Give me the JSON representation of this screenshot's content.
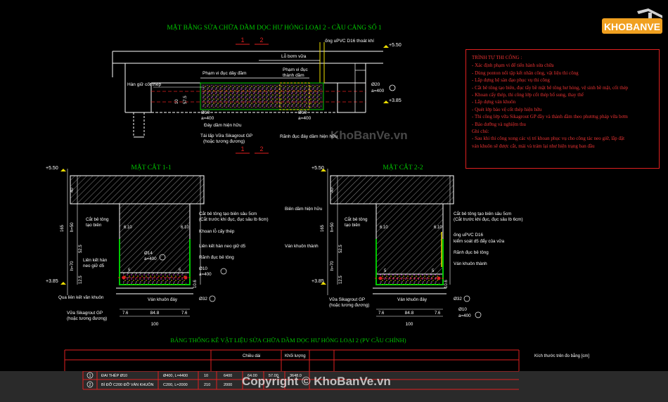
{
  "titles": {
    "main": "MẶT BẰNG SỬA CHỮA DẦM DỌC HƯ HỎNG LOẠI 2  - CẦU CẢNG SỐ 1",
    "section1": "MẶT CẮT 1-1",
    "section2": "MẶT CẮT 2-2",
    "table": "BẢNG THỐNG KÊ VẬT LIỆU SỬA CHỮA DẦM DỌC HƯ HỎNG LOẠI 2 (PV CẦU CHÍNH)"
  },
  "cut_marks": {
    "one": "1",
    "two": "2"
  },
  "plan_labels": {
    "pvc": "ống uPVC D16 thoát khí",
    "grout_hole": "Lỗ bơm vữa",
    "chip_range": "Phạm vi đục dây đầm",
    "chip_range2": "Phạm vi đục",
    "chip_range2b": "thành dầm",
    "existing_rebar": "Hàn giữ cốt thép",
    "level_top": "+5.50",
    "level_bot": "+3.85",
    "phi10": "Ø10",
    "a400": "a=400",
    "phi10b": "Ø10",
    "a400b": "a=400",
    "phi20": "Ø20",
    "a400c": "a=400",
    "bottom_chip": "Đáy dầm hiện hữu",
    "grout_fill": "Tái lấp Vữa Sikagrout GP",
    "grout_fill2": "(hoặc tương đương)",
    "groove": "Rãnh đục đáy dầm hiện hữu",
    "dim1": "10",
    "dim2": "57.5"
  },
  "sec1": {
    "level_top": "+5.50",
    "level_bot": "+3.85",
    "lbl_chip": "Cắt bê tông",
    "lbl_chip2": "tạo biên",
    "lbl_cut": "Cắt bê tông tạo biên sâu 5cm",
    "lbl_cut2": "(Cắt trước khi đục, đục sâu lb 6cm)",
    "lbl_anchor": "Khoan lỗ cấy thép",
    "lbl_link": "Liên kết hàn neo giữ d5",
    "lbl_groove": "Rãnh đục bê tông",
    "lbl_weld": "Liên kết hàn",
    "lbl_weld2": "neo giữ d5",
    "lbl_form_link": "Qua liên kết vần khuôn",
    "lbl_sika": "Vữa Sikagrout GP",
    "lbl_sika2": "(hoặc tương đương)",
    "lbl_form": "Ván khuôn đáy",
    "phi14": "Ø14",
    "a400": "a=400",
    "phi10": "Ø10",
    "a400b": "a=400",
    "phi32": "Ø32",
    "dims": [
      "40",
      "165",
      "h=70",
      "h=50",
      "52.5",
      "12.5",
      "100",
      "84.8",
      "7.6",
      "7.6",
      "10.6",
      "6.10",
      "5"
    ]
  },
  "sec2": {
    "level_top": "+5.50",
    "level_bot": "+3.85",
    "lbl_beam": "Biên dầm hiện hữu",
    "lbl_chip": "Cắt bê tông",
    "lbl_chip2": "tạo biên",
    "lbl_cut": "Cắt bê tông tạo biên sâu 5cm",
    "lbl_cut2": "(Cắt trước khi đục, đục sâu lb 6cm)",
    "lbl_pvc": "ống uPVC D16",
    "lbl_pvc2": "kiểm soát d5 đẩy của vữa",
    "lbl_groove": "Rãnh đục bê tông",
    "lbl_form": "Ván khuôn thành",
    "lbl_form_l": "Ván khuôn thành",
    "lbl_sika": "Vữa Sikagrout GP",
    "lbl_sika2": "(hoặc tương đương)",
    "lbl_bottom": "Ván khuôn đáy",
    "phi10": "Ø10",
    "a400": "a=400",
    "phi32": "Ø32",
    "dims": [
      "40",
      "165",
      "h=70",
      "h=50",
      "52.5",
      "12.5",
      "100",
      "84.8",
      "7.6",
      "7.6",
      "10.6",
      "6.10",
      "5"
    ]
  },
  "notes": {
    "title": "TRÌNH TỰ THI CÔNG :",
    "steps": [
      "- Xác định phạm vi để tiến hành sửa chữa",
      "- Dùng ponton nổi tập kết nhân công, vật liệu thi công",
      "- Lắp dựng hệ sàn đạo phục vụ thi công",
      "- Cắt bê tông tạo biên, đục tẩy bề mặt bê tông hư hỏng, vệ sinh bề mặt, cốt thép",
      "- Khoan cấy thép, thi công lớp cốt thép bổ sung, thay thế",
      "- Lắp dựng ván khuôn",
      "- Quét lớp bảo vệ cốt thép hiện hữu",
      "- Thi công lớp vữa Sikagrout GP đầy và thành dầm theo phương pháp vữa bơm",
      "- Bảo dưỡng và nghiệm thu"
    ],
    "note_title": "Ghi chú:",
    "note_lines": [
      "- Sau khi thi công xong các vị trí khoan phục vụ cho công tác neo giữ, lắp đặt",
      "ván khuôn sẽ được cắt, mài và trám lại như hiện trạng ban đầu"
    ]
  },
  "table": {
    "rows": [
      {
        "no": "1",
        "name": "ĐAI THÉP Ø10",
        "spec": "Ø400, L=4400",
        "qty": "10",
        "len": "6400",
        "c1": "64.00",
        "c2": "57.00",
        "total": "3648.0"
      },
      {
        "no": "2",
        "name": "BÌ ĐỠ C200 ĐỠ VÁN KHUÔN",
        "spec": "C200, L=2000",
        "qty": "210",
        "len": "2000",
        "c1": "",
        "c2": "",
        "total": ""
      }
    ],
    "header_partial": "Chiều dài",
    "header_partial2": "Khối lượng",
    "right_note": "Kích thước trên đo bằng [cm]"
  },
  "watermarks": {
    "center": "KhoBanVe.vn",
    "bottom": "Copyright © KhoBanVe.vn"
  },
  "logo": {
    "text": "KHOBANVE"
  },
  "colors": {
    "green": "#00c800",
    "yellow": "#f0e000",
    "white": "#ffffff",
    "red": "#e02020",
    "cyan": "#00d8d8",
    "magenta": "#e040e0"
  }
}
